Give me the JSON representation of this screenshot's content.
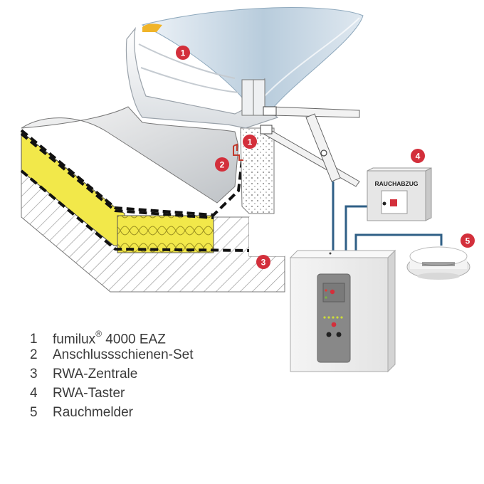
{
  "colors": {
    "badge": "#d32f3b",
    "cable": "#2f5f86",
    "insulation": "#f2e84a",
    "glass": "#b9cddd"
  },
  "panel": {
    "label": "RAUCHABZUG"
  },
  "badges": [
    "1",
    "1",
    "2",
    "3",
    "4",
    "5"
  ],
  "legend": [
    {
      "num": "1",
      "label": "fumilux",
      "sup": "®",
      "suffix": " 4000 EAZ"
    },
    {
      "num": "2",
      "label": "Anschlussschienen-Set",
      "sup": "",
      "suffix": ""
    },
    {
      "num": "3",
      "label": "RWA-Zentrale",
      "sup": "",
      "suffix": ""
    },
    {
      "num": "4",
      "label": "RWA-Taster",
      "sup": "",
      "suffix": ""
    },
    {
      "num": "5",
      "label": "Rauchmelder",
      "sup": "",
      "suffix": ""
    }
  ]
}
